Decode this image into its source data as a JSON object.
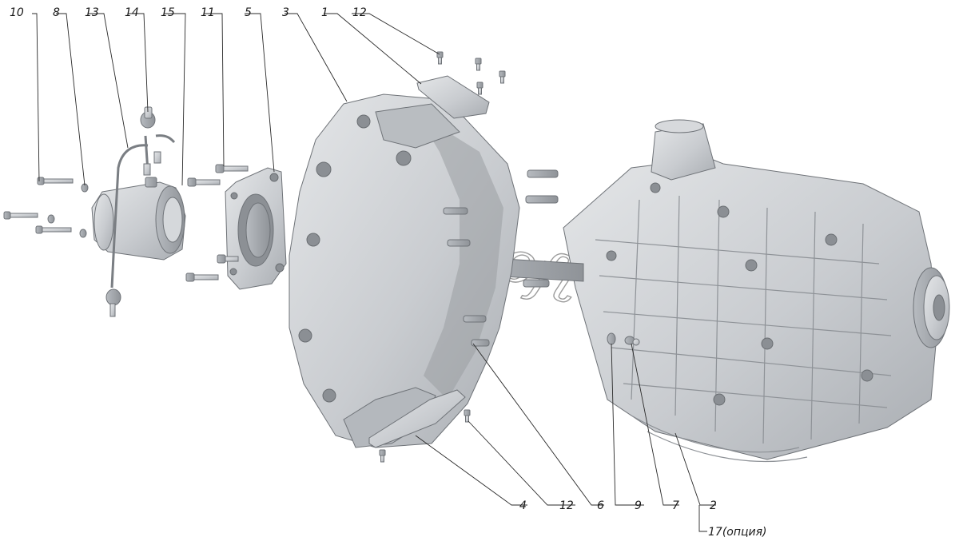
{
  "callouts": {
    "c10": "10",
    "c8": "8",
    "c13": "13",
    "c14": "14",
    "c15": "15",
    "c11": "11",
    "c5": "5",
    "c3": "3",
    "c1": "1",
    "c12_top": "12",
    "c4": "4",
    "c12_bottom": "12",
    "c6": "6",
    "c9": "9",
    "c7": "7",
    "c2": "2",
    "c17": "17(опция)"
  },
  "watermark": {
    "text": "AutoSoft"
  },
  "colors": {
    "part_fill": "#c8cbce",
    "part_shadow": "#9a9ea3",
    "leader_line": "#2a2a2a",
    "background": "#ffffff"
  }
}
